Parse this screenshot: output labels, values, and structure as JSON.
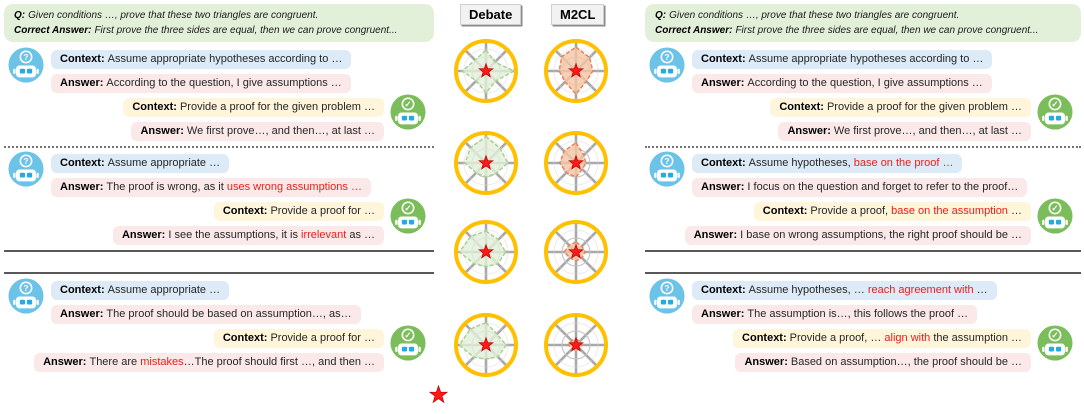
{
  "headers": {
    "debate": "Debate",
    "m2cl": "M2CL"
  },
  "question_box": {
    "q_label": "Q:",
    "q_text": "Given conditions …, prove that these two triangles are congruent.",
    "answer_label": "Correct Answer:",
    "answer_text": "First prove the three sides are equal, then we can prove congruent..."
  },
  "robots": {
    "questioner": {
      "symbol": "?",
      "color": "#6cc3e8",
      "eye_color": "#27aae1"
    },
    "verifier": {
      "symbol": "✓",
      "color": "#7cbd5b",
      "eye_color": "#27aae1"
    }
  },
  "colors": {
    "question_box": "#e2efd9",
    "context_blue": "#dcebf7",
    "answer_pink": "#fbe9e9",
    "context_yellow": "#fff5da",
    "red_text": "#ee1c1c",
    "divider": "#595959"
  },
  "conversations": {
    "debate": [
      [
        {
          "bubble": "blue",
          "side": "left",
          "label": "Context:",
          "parts": [
            {
              "text": "Assume appropriate hypotheses according to …"
            }
          ]
        },
        {
          "bubble": "pink",
          "side": "left",
          "label": "Answer:",
          "parts": [
            {
              "text": "According to the question, I give assumptions …"
            }
          ]
        },
        {
          "bubble": "yellow",
          "side": "right",
          "label": "Context:",
          "parts": [
            {
              "text": "Provide a proof for the given problem …"
            }
          ]
        },
        {
          "bubble": "pink",
          "side": "right",
          "label": "Answer:",
          "parts": [
            {
              "text": "We first prove…, and then…, at last …"
            }
          ]
        }
      ],
      [
        {
          "bubble": "blue",
          "side": "left",
          "label": "Context:",
          "parts": [
            {
              "text": "Assume appropriate …"
            }
          ]
        },
        {
          "bubble": "pink",
          "side": "left",
          "label": "Answer:",
          "parts": [
            {
              "text": "The proof is wrong, as it "
            },
            {
              "text": "uses wrong assumptions …",
              "red": true
            }
          ]
        },
        {
          "bubble": "yellow",
          "side": "right",
          "label": "Context:",
          "parts": [
            {
              "text": "Provide a proof for …"
            }
          ]
        },
        {
          "bubble": "pink",
          "side": "right",
          "label": "Answer:",
          "parts": [
            {
              "text": "I see the assumptions, it is "
            },
            {
              "text": "irrelevant",
              "red": true
            },
            {
              "text": " as …"
            }
          ]
        }
      ],
      [
        {
          "bubble": "blue",
          "side": "left",
          "label": "Context:",
          "parts": [
            {
              "text": "Assume appropriate …"
            }
          ]
        },
        {
          "bubble": "pink",
          "side": "left",
          "label": "Answer:",
          "parts": [
            {
              "text": "The proof should be based on assumption…, as…"
            }
          ]
        },
        {
          "bubble": "yellow",
          "side": "right",
          "label": "Context:",
          "parts": [
            {
              "text": "Provide a proof for …"
            }
          ]
        },
        {
          "bubble": "pink",
          "side": "right",
          "label": "Answer:",
          "parts": [
            {
              "text": "There are "
            },
            {
              "text": "mistakes",
              "red": true
            },
            {
              "text": "…The proof should first …, and then …"
            }
          ]
        }
      ]
    ],
    "m2cl": [
      [
        {
          "bubble": "blue",
          "side": "left",
          "label": "Context:",
          "parts": [
            {
              "text": "Assume appropriate hypotheses according to …"
            }
          ]
        },
        {
          "bubble": "pink",
          "side": "left",
          "label": "Answer:",
          "parts": [
            {
              "text": "According to the question, I give assumptions …"
            }
          ]
        },
        {
          "bubble": "yellow",
          "side": "right",
          "label": "Context:",
          "parts": [
            {
              "text": "Provide a proof for the given problem …"
            }
          ]
        },
        {
          "bubble": "pink",
          "side": "right",
          "label": "Answer:",
          "parts": [
            {
              "text": "We first prove…, and then…, at last …"
            }
          ]
        }
      ],
      [
        {
          "bubble": "blue",
          "side": "left",
          "label": "Context:",
          "parts": [
            {
              "text": "Assume hypotheses, "
            },
            {
              "text": "base on the proof …",
              "red": true
            }
          ]
        },
        {
          "bubble": "pink",
          "side": "left",
          "label": "Answer:",
          "parts": [
            {
              "text": "I focus on the question and forget to refer to the proof…"
            }
          ]
        },
        {
          "bubble": "yellow",
          "side": "right",
          "label": "Context:",
          "parts": [
            {
              "text": "Provide a proof, "
            },
            {
              "text": "base on the assumption",
              "red": true
            },
            {
              "text": " …"
            }
          ]
        },
        {
          "bubble": "pink",
          "side": "right",
          "label": "Answer:",
          "parts": [
            {
              "text": "I base on wrong assumptions, the right proof should be …"
            }
          ]
        }
      ],
      [
        {
          "bubble": "blue",
          "side": "left",
          "label": "Context:",
          "parts": [
            {
              "text": "Assume hypotheses, … "
            },
            {
              "text": "reach agreement with",
              "red": true
            },
            {
              "text": " …"
            }
          ]
        },
        {
          "bubble": "pink",
          "side": "left",
          "label": "Answer:",
          "parts": [
            {
              "text": "The assumption is…, this follows the proof …"
            }
          ]
        },
        {
          "bubble": "yellow",
          "side": "right",
          "label": "Context:",
          "parts": [
            {
              "text": "Provide a proof, … "
            },
            {
              "text": "align with",
              "red": true
            },
            {
              "text": " the assumption …"
            }
          ]
        },
        {
          "bubble": "pink",
          "side": "right",
          "label": "Answer:",
          "parts": [
            {
              "text": "Based on assumption…, the proof should be …"
            }
          ]
        }
      ]
    ]
  },
  "chart_data": {
    "type": "radar",
    "axes": 8,
    "note": "normalized radii per axis starting at top, clockwise; star marks correct answer",
    "ring_color": "#ffc000",
    "spoke_color": "#a8a8a8",
    "star_color": "#ff1a1a",
    "debate": {
      "fill": "#e2efd9",
      "stroke": "#a9d18e",
      "rows": [
        [
          0.75,
          0.45,
          1.0,
          0.5,
          0.78,
          0.5,
          0.85,
          0.55
        ],
        [
          0.95,
          0.72,
          0.78,
          0.52,
          0.5,
          0.5,
          0.75,
          0.78
        ],
        [
          0.75,
          0.62,
          0.7,
          0.6,
          0.52,
          0.6,
          0.95,
          0.78
        ],
        [
          0.8,
          0.55,
          0.72,
          0.6,
          0.5,
          0.62,
          0.95,
          0.8
        ]
      ]
    },
    "m2cl": {
      "fill": "#f5c5a4",
      "stroke": "#e8825f",
      "rows": [
        [
          0.85,
          0.68,
          0.6,
          0.52,
          0.82,
          0.55,
          0.6,
          0.72
        ],
        [
          0.72,
          0.4,
          0.35,
          0.32,
          0.5,
          0.48,
          0.58,
          0.6
        ],
        [
          0.35,
          0.3,
          0.32,
          0.3,
          0.32,
          0.3,
          0.42,
          0.35
        ],
        [
          0.22,
          0.18,
          0.2,
          0.18,
          0.2,
          0.18,
          0.28,
          0.22
        ]
      ]
    }
  },
  "legend": {
    "star": "correct-answer"
  }
}
